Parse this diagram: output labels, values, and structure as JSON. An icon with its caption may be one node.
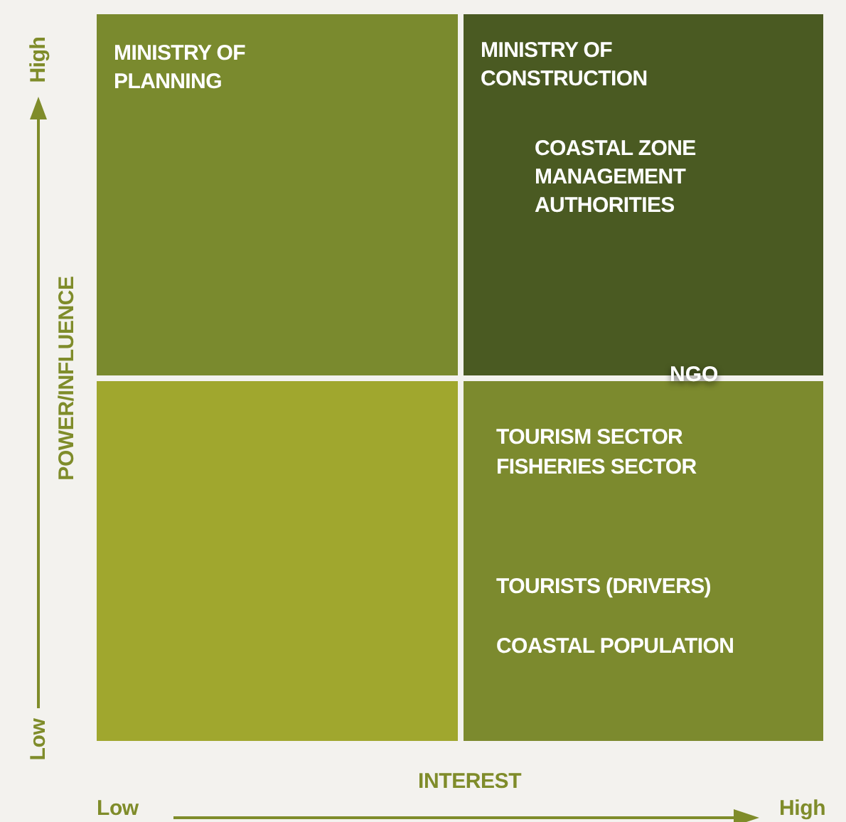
{
  "diagram": {
    "nodes": [
      {
        "text": [
          "MINISTRY OF PLANNING"
        ]
      },
      {
        "text": [
          "MINISTRY OF CONSTRUCTION",
          "COASTAL ZONE MANAGEMENT AUTHORITIES"
        ]
      },
      {
        "text": [],
        "shape": "box"
      },
      {
        "text": [
          "TOURISM SECTOR",
          "FISHERIES SECTOR",
          "TOURISTS (DRIVERS)",
          "COASTAL POPULATION"
        ]
      }
    ],
    "edges": [],
    "labels": [
      "High",
      "POWER/INFLUENCE",
      "Low",
      "NGO",
      "INTEREST",
      "Low",
      "High"
    ]
  }
}
